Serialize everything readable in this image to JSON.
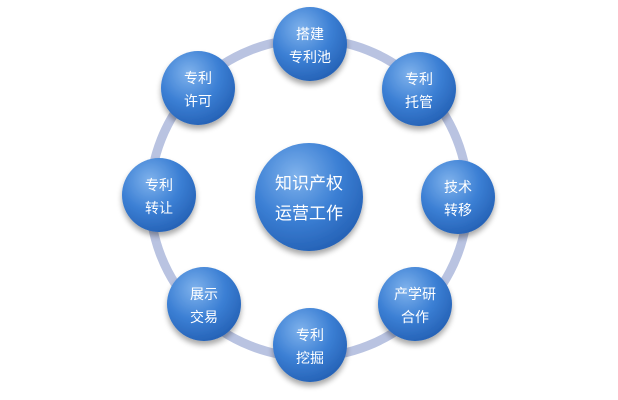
{
  "colors": {
    "ring": "#b9c3e1",
    "ring_edge": "#a3afd4",
    "bubble_light": "#7fb2ec",
    "bubble_mid": "#3b7fd4",
    "bubble_dark": "#2460b4",
    "text": "#ffffff"
  },
  "center": {
    "line1": "知识产权",
    "line2": "运营工作"
  },
  "nodes": [
    {
      "id": "patent-pool",
      "line1": "搭建",
      "line2": "专利池"
    },
    {
      "id": "patent-custody",
      "line1": "专利",
      "line2": "托管"
    },
    {
      "id": "tech-transfer",
      "line1": "技术",
      "line2": "转移"
    },
    {
      "id": "iur-cooperation",
      "line1": "产学研",
      "line2": "合作"
    },
    {
      "id": "patent-mining",
      "line1": "专利",
      "line2": "挖掘"
    },
    {
      "id": "exhibition-trade",
      "line1": "展示",
      "line2": "交易"
    },
    {
      "id": "patent-transfer",
      "line1": "专利",
      "line2": "转让"
    },
    {
      "id": "patent-license",
      "line1": "专利",
      "line2": "许可"
    }
  ]
}
